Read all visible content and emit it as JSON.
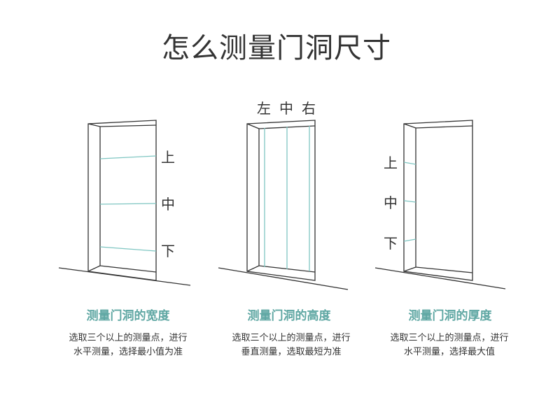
{
  "title": "怎么测量门洞尺寸",
  "colors": {
    "line": "#333333",
    "measure": "#7fc6c2",
    "accent": "#5fa7a3",
    "text": "#333333"
  },
  "panels": [
    {
      "title": "测量门洞的宽度",
      "desc_line1": "选取三个以上的测量点，进行",
      "desc_line2": "水平测量，选择最小值为准",
      "labels": [
        "上",
        "中",
        "下"
      ]
    },
    {
      "title": "测量门洞的高度",
      "desc_line1": "选取三个以上的测量点，进行",
      "desc_line2": "垂直测量，选取最短为准",
      "labels": [
        "左",
        "中",
        "右"
      ]
    },
    {
      "title": "测量门洞的厚度",
      "desc_line1": "选取三个以上的测量点，进行",
      "desc_line2": "水平测量，选择最大值",
      "labels": [
        "上",
        "中",
        "下"
      ]
    }
  ]
}
